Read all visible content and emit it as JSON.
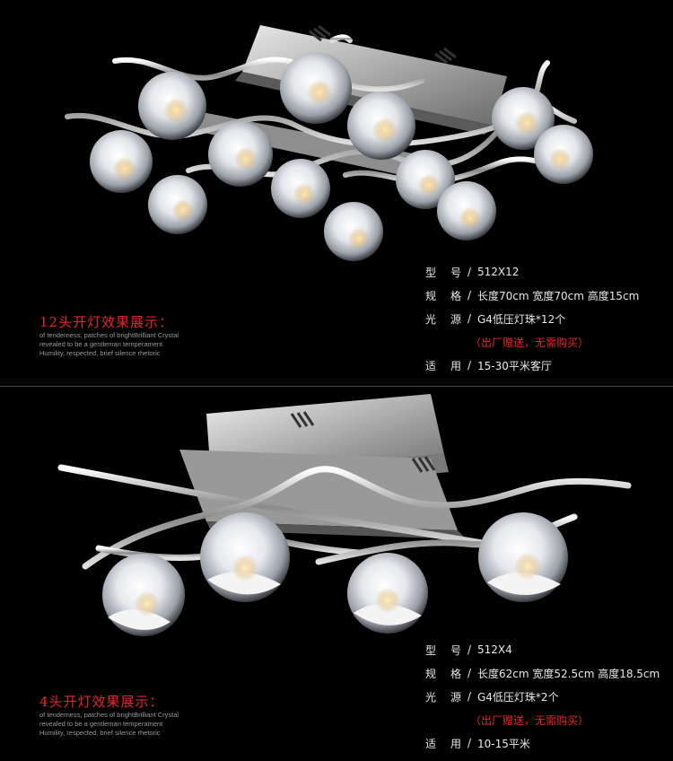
{
  "panel1": {
    "title": "12头开灯效果展示：",
    "tagline": [
      "of tenderness, patches of brightBrilliant Crystal",
      "revealed to be a gentleman temperament",
      "Humility, respected, brief silence rhetoric"
    ],
    "specs": {
      "model_label": [
        "型",
        "号"
      ],
      "model": "512X12",
      "size_label": [
        "规",
        "格"
      ],
      "size": "长度70cm 宽度70cm 高度15cm",
      "light_label": [
        "光",
        "源"
      ],
      "light": "G4低压灯珠*12个",
      "note": "（出厂赠送，无需购买）",
      "use_label": [
        "适",
        "用"
      ],
      "use": "15-30平米客厅"
    }
  },
  "panel2": {
    "title": "4头开灯效果展示：",
    "tagline": [
      "of tenderness, patches of brightBrilliant Crystal",
      "revealed to be a gentleman temperament",
      "Humility, respected, brief silence rhetoric"
    ],
    "specs": {
      "model_label": [
        "型",
        "号"
      ],
      "model": "512X4",
      "size_label": [
        "规",
        "格"
      ],
      "size": "长度62cm 宽度52.5cm 高度18.5cm",
      "light_label": [
        "光",
        "源"
      ],
      "light": "G4低压灯珠*2个",
      "note": "（出厂赠送，无需购买）",
      "use_label": [
        "适",
        "用"
      ],
      "use": "10-15平米"
    }
  },
  "slash": "/",
  "colors": {
    "accent": "#e6262b",
    "text": "#e8e8e8",
    "tag": "#9a9a9a"
  }
}
